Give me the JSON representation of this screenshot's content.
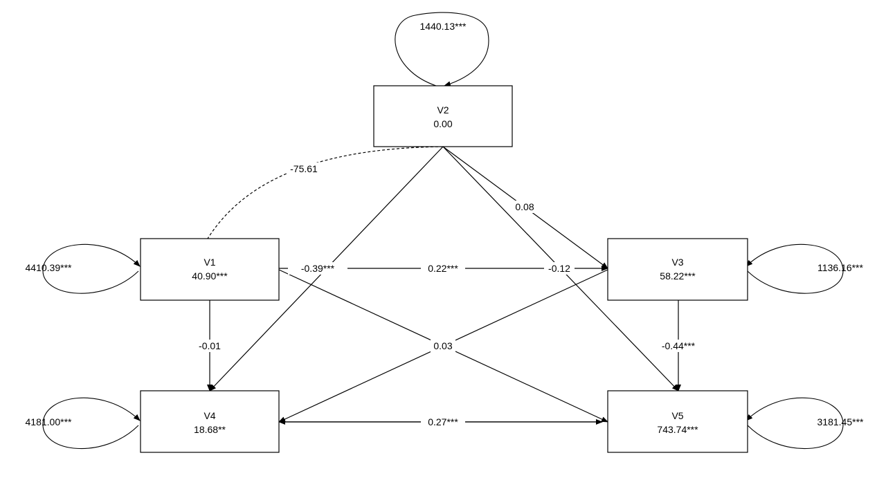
{
  "nodes": {
    "v1": {
      "name": "V1",
      "value": "40.90***"
    },
    "v2": {
      "name": "V2",
      "value": "0.00"
    },
    "v3": {
      "name": "V3",
      "value": "58.22***"
    },
    "v4": {
      "name": "V4",
      "value": "18.68**"
    },
    "v5": {
      "name": "V5",
      "value": "743.74***"
    }
  },
  "variances": {
    "v1": "4410.39***",
    "v2": "1440.13***",
    "v3": "1136.16***",
    "v4": "4181.00***",
    "v5": "3181.45***"
  },
  "paths": {
    "v2_v1_cov": "-75.61",
    "v2_v3": "0.08",
    "v2_v4": "-0.39***",
    "v2_v5": "-0.12",
    "v1_v3": "0.22***",
    "v1_v4": "-0.01",
    "v1_v5": "0.03",
    "v3_v4": "0.03",
    "v3_v5": "-0.44***",
    "v4_v5": "0.27***"
  }
}
